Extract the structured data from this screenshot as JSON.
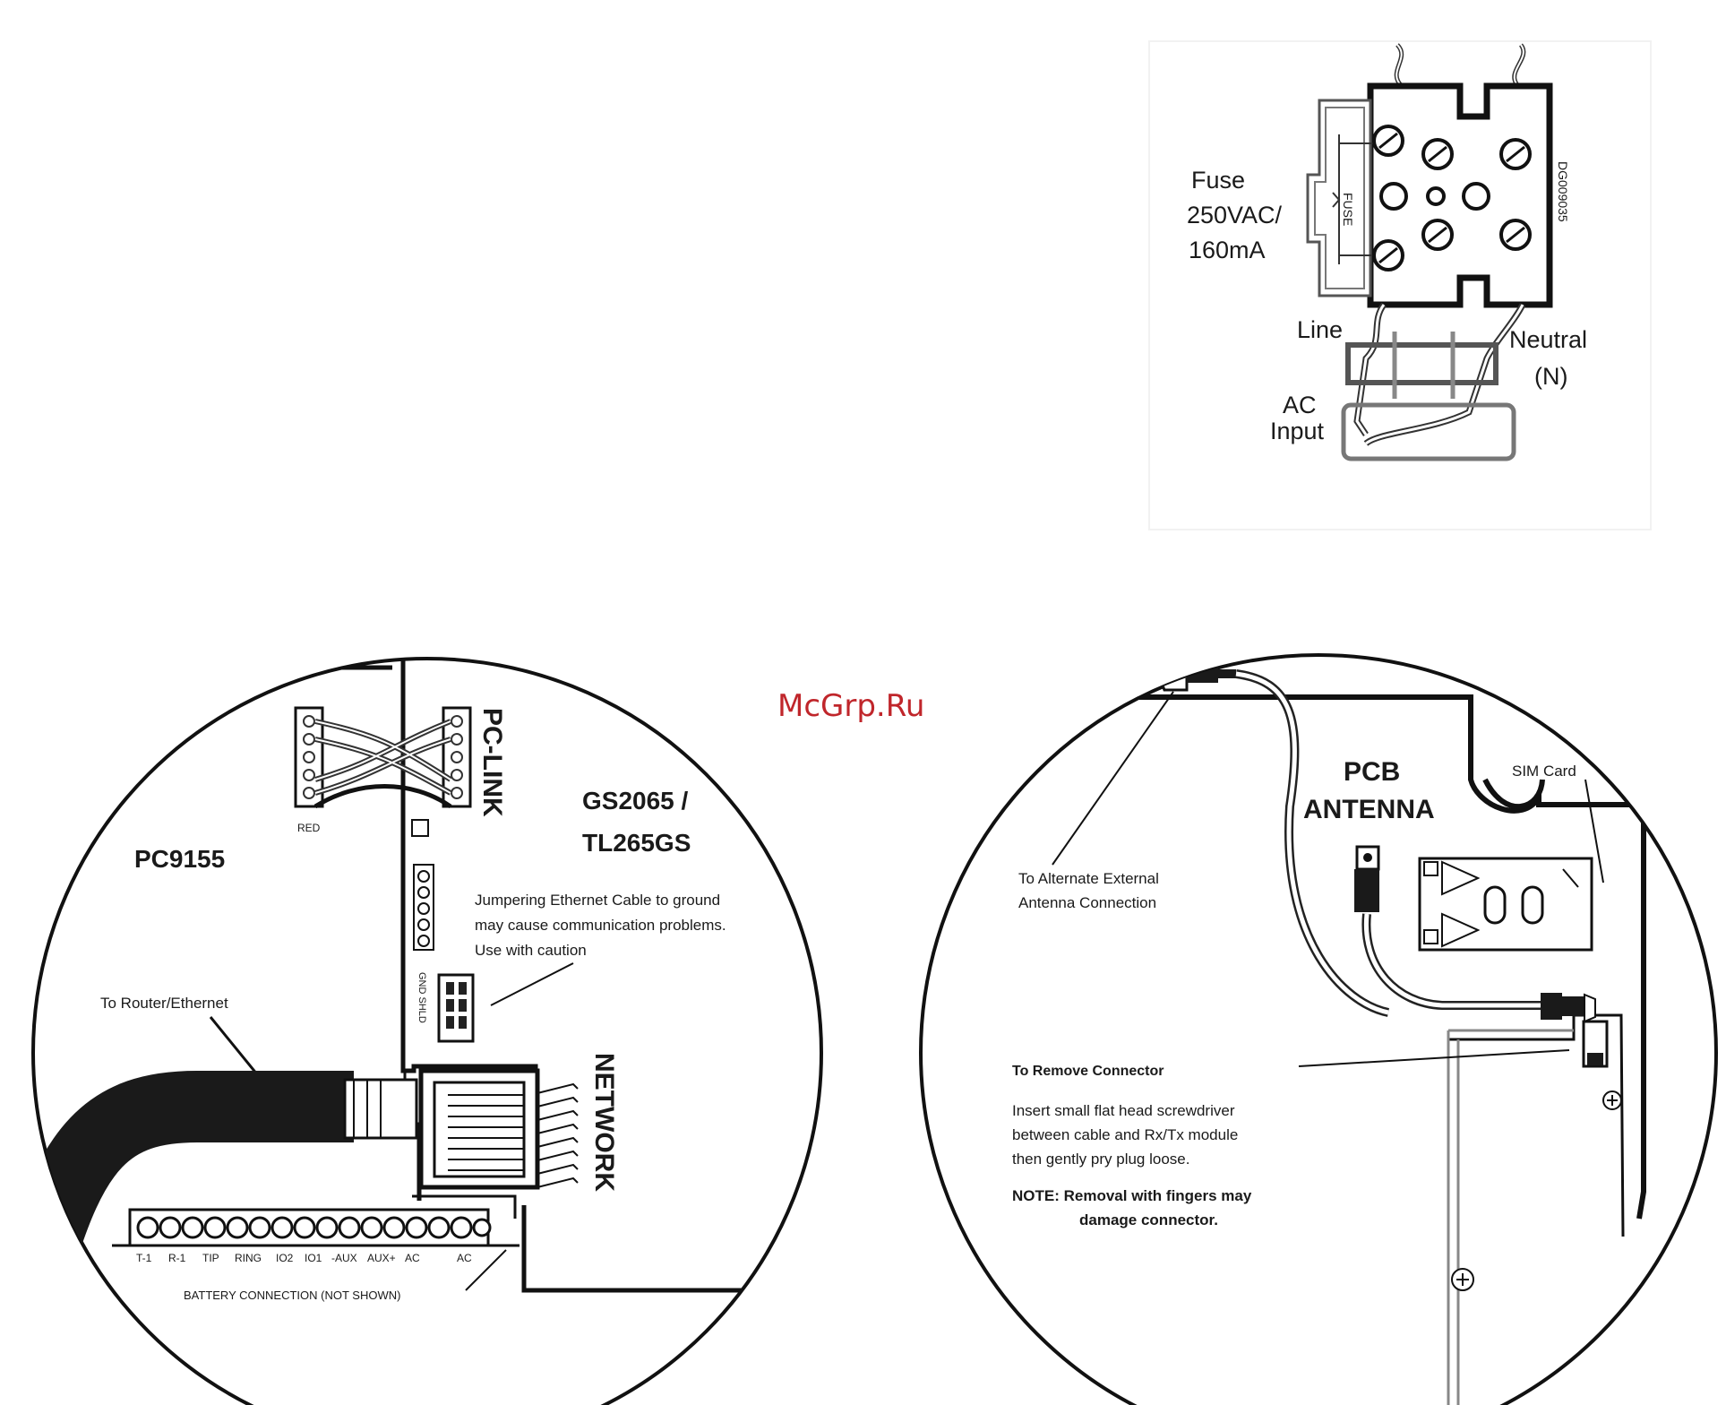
{
  "watermark": {
    "text": "McGrp.Ru",
    "color": "#c0262b"
  },
  "ac_diagram": {
    "fuse_label_line1": "Fuse",
    "fuse_label_line2": "250VAC/",
    "fuse_label_line3": "160mA",
    "fuse_marking": "FUSE",
    "part_code": "DG009035",
    "line_label": "Line",
    "neutral_label_line1": "Neutral",
    "neutral_label_line2": "(N)",
    "ac_input_line1": "AC",
    "ac_input_line2": "Input"
  },
  "left_panel": {
    "board_label": "PC9155",
    "pclink_label": "PC-LINK",
    "red_label": "RED",
    "module_label_line1": "GS2065 /",
    "module_label_line2": "TL265GS",
    "warning_line1": "Jumpering Ethernet Cable to ground",
    "warning_line2": "may cause communication problems.",
    "warning_line3": "Use with caution",
    "gnd_shld_label": "GND SHLD",
    "router_label": "To Router/Ethernet",
    "network_label": "NETWORK",
    "terminal_labels": [
      "T-1",
      "R-1",
      "TIP",
      "RING",
      "IO2",
      "IO1",
      "-AUX",
      "AUX+",
      "AC",
      "AC"
    ],
    "battery_label": "BATTERY CONNECTION (NOT SHOWN)"
  },
  "right_panel": {
    "pcb_antenna_line1": "PCB",
    "pcb_antenna_line2": "ANTENNA",
    "sim_card_label": "SIM Card",
    "alt_antenna_line1": "To Alternate External",
    "alt_antenna_line2": "Antenna Connection",
    "remove_heading": "To Remove Connector",
    "remove_line1": "Insert small flat head screwdriver",
    "remove_line2": "between cable and Rx/Tx module",
    "remove_line3": "then gently pry plug loose.",
    "note_line1": "NOTE: Removal with fingers may",
    "note_line2": "damage connector."
  }
}
